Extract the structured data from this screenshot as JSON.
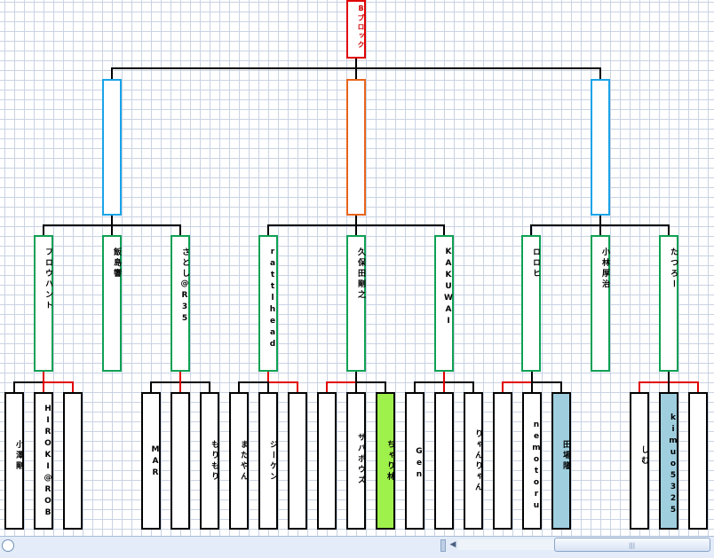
{
  "block_title": "Bブロック",
  "round2": [
    "",
    "",
    ""
  ],
  "round3": [
    "フロウハント",
    "飯島響",
    "さとし@R35",
    "rattlhead",
    "久保田剛之",
    "KAKUWAI",
    "ロロヒ",
    "小林厚治",
    "たつろー"
  ],
  "round4": [
    "小澤剛",
    "HIROKI@ROB",
    "",
    "MAR",
    "",
    "もりもり",
    "またやん",
    "ジーケン",
    "",
    "",
    "サバボウズ",
    "ちゃり林",
    "Gen",
    "",
    "りゃんりゃん",
    "",
    "nemotoru",
    "田場隆",
    "しむ",
    "kimuo5325",
    ""
  ],
  "highlight_colors": {
    "green": "#9ef04a",
    "blue": "#9fcfdf"
  }
}
